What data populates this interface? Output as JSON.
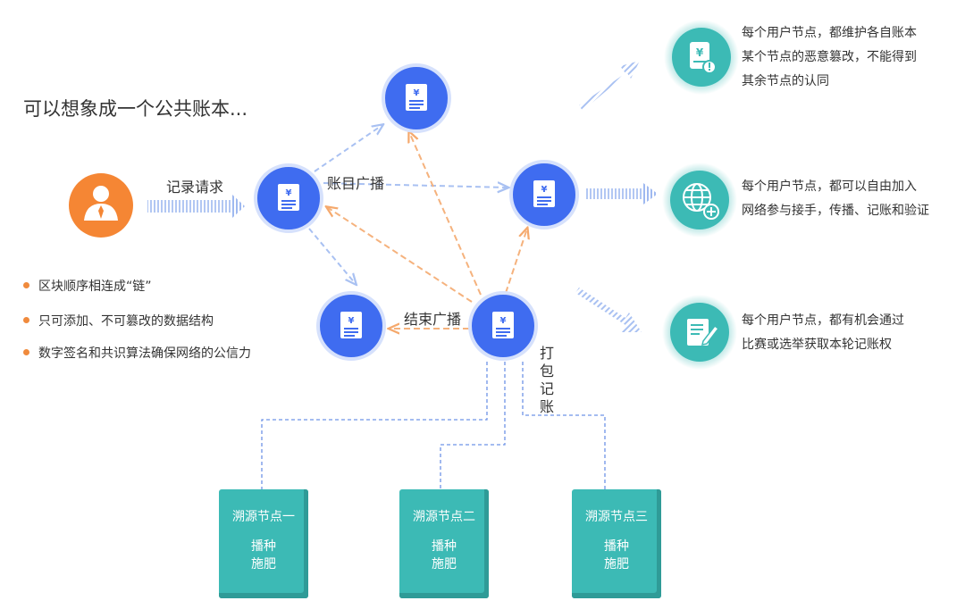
{
  "title": "可以想象成一个公共账本...",
  "labels": {
    "record_request": "记录请求",
    "ledger_broadcast": "账目广播",
    "end_broadcast": "结束广播",
    "pack_record": [
      "打",
      "包",
      "记",
      "账"
    ]
  },
  "bullets": [
    "区块顺序相连成“链”",
    "只可添加、不可篡改的数据结构",
    "数字签名和共识算法确保网络的公信力"
  ],
  "descriptions": [
    [
      "每个用户节点，都维护各自账本",
      "某个节点的恶意篡改，不能得到",
      "其余节点的认同"
    ],
    [
      "每个用户节点，都可以自由加入",
      "网络参与接手，传播、记账和验证"
    ],
    [
      "每个用户节点，都有机会通过",
      "比赛或选举获取本轮记账权"
    ]
  ],
  "trace_nodes": [
    {
      "name": "溯源节点一",
      "lines": [
        "播种",
        "施肥"
      ]
    },
    {
      "name": "溯源节点二",
      "lines": [
        "播种",
        "施肥"
      ]
    },
    {
      "name": "溯源节点三",
      "lines": [
        "播种",
        "施肥"
      ]
    }
  ],
  "icons": {
    "user": "user-icon",
    "ledger": "yuan-document-icon",
    "ledger_alert": "ledger-alert-icon",
    "network": "globe-plus-icon",
    "edit": "document-edit-icon"
  },
  "colors": {
    "node_blue": "#3f6cf0",
    "user_orange": "#f58634",
    "teal": "#3cbab5",
    "arrow_blue": "#a9c1f2",
    "arrow_orange": "#f5b27d",
    "dash_blue": "#6e93e6",
    "bullet_orange": "#f08a3c"
  }
}
